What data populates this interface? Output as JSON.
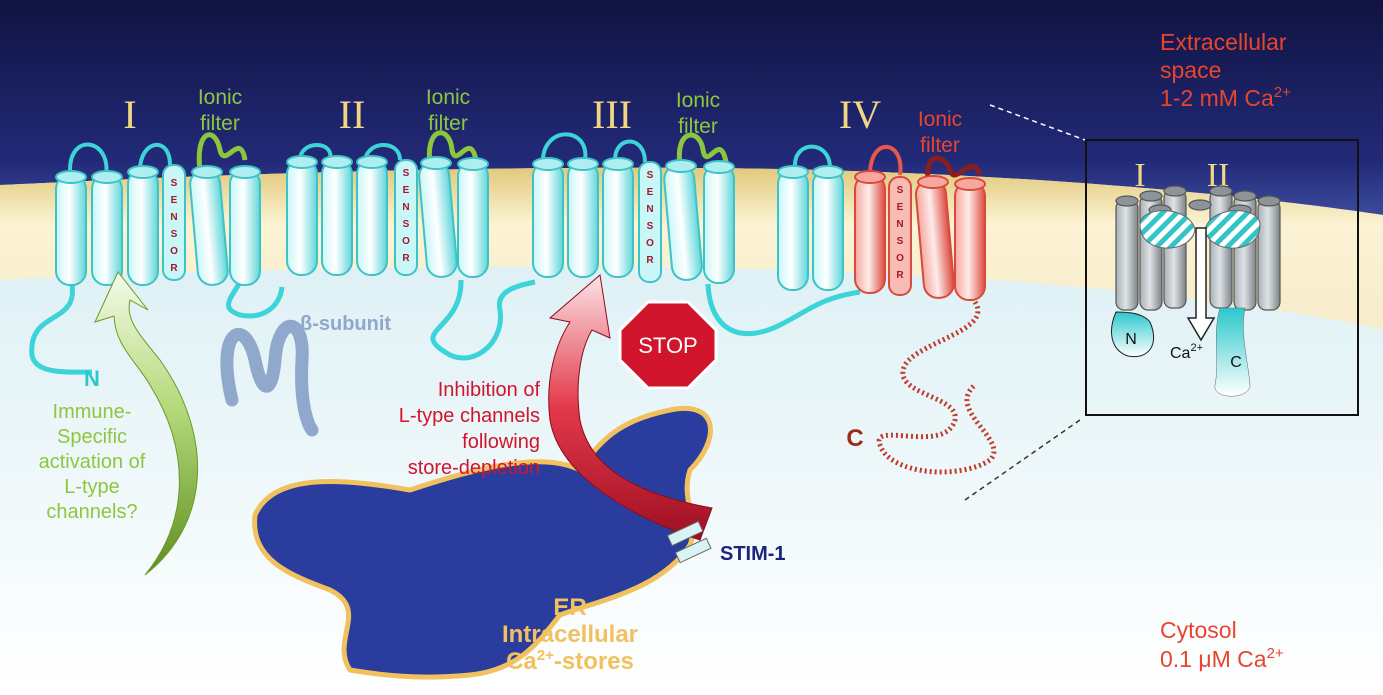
{
  "domains": [
    {
      "numeral": "I",
      "filter_label_1": "Ionic",
      "filter_label_2": "filter"
    },
    {
      "numeral": "II",
      "filter_label_1": "Ionic",
      "filter_label_2": "filter"
    },
    {
      "numeral": "III",
      "filter_label_1": "Ionic",
      "filter_label_2": "filter"
    },
    {
      "numeral": "IV",
      "filter_label_1": "Ionic",
      "filter_label_2": "filter"
    }
  ],
  "sensor_letters": [
    "S",
    "E",
    "N",
    "S",
    "O",
    "R"
  ],
  "extracellular": {
    "line1": "Extracellular",
    "line2": "space",
    "line3_prefix": "1-2 mM Ca",
    "line3_sup": "2+"
  },
  "cytosol": {
    "line1": "Cytosol",
    "line2_prefix": "0.1 μM Ca",
    "line2_sup": "2+"
  },
  "labels": {
    "n_terminus": "N",
    "c_terminus": "C",
    "beta_subunit": "β-subunit",
    "stop": "STOP",
    "stim": "STIM-1"
  },
  "immune_text": [
    "Immune-",
    "Specific",
    "activation of",
    "L-type",
    "channels?"
  ],
  "inhibition_text": [
    "Inhibition of",
    "L-type channels",
    "following",
    "store-depletion"
  ],
  "er": {
    "line1": "ER",
    "line2": "Intracellular",
    "line3_prefix": "Ca",
    "line3_sup": "2+",
    "line3_suffix": "-stores"
  },
  "inset": {
    "numeral_1": "I",
    "numeral_2": "II",
    "n_label": "N",
    "c_label": "C",
    "ca_prefix": "Ca",
    "ca_sup": "2+"
  },
  "colors": {
    "sky": "#1c1f5c",
    "membrane": "#f5e7b2",
    "cytosol": "#dceff4",
    "helix_cyan": "#7fe3e6",
    "helix_red": "#e8574a",
    "filter_green": "#8cc63f",
    "filter_red": "#e8574a",
    "text_orange": "#e8452e",
    "text_green": "#8dc63f",
    "text_red": "#d0152d",
    "text_navy": "#1a237e",
    "numeral_gold": "#f0d685",
    "er_blue": "#2a3d9e",
    "beta_blue": "#8fa8cc"
  }
}
